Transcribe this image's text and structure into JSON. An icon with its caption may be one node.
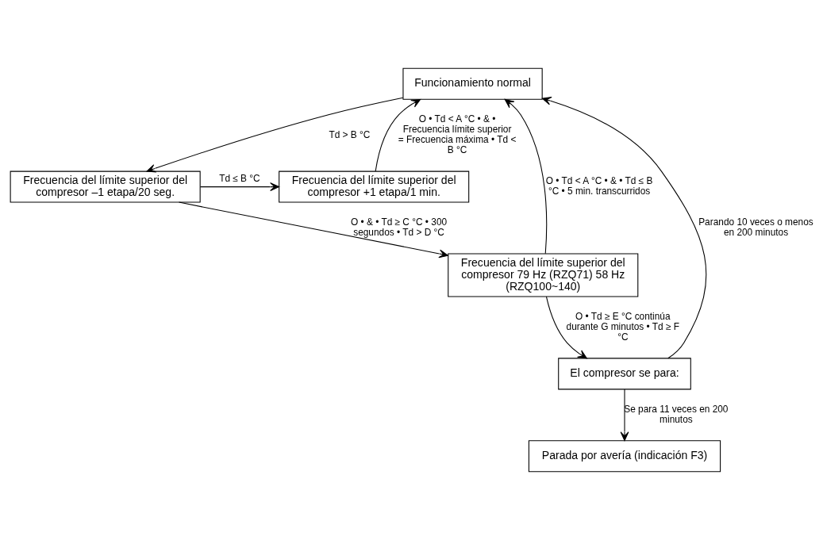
{
  "diagram": {
    "nodes": [
      {
        "text": [
          "Funcionamiento normal"
        ]
      },
      {
        "text": [
          "Frecuencia del límite superior del compresor –1 etapa/20 seg."
        ]
      },
      {
        "text": [
          "Frecuencia del límite superior del compresor +1 etapa/1 min."
        ]
      },
      {
        "text": [
          "Frecuencia del límite superior del compresor 79 Hz (RZQ71) 58 Hz (RZQ100~140)"
        ]
      },
      {
        "text": [
          "El compresor se para:"
        ]
      },
      {
        "text": [
          "Parada por avería (indicación F3)"
        ]
      }
    ],
    "edges": [
      {
        "from": 0,
        "to": 1,
        "arrow": "to",
        "label": "Td > B °C"
      },
      {
        "from": 1,
        "to": 2,
        "arrow": "to",
        "label": "Td ≤ B °C"
      },
      {
        "from": 2,
        "to": 0,
        "arrow": "to",
        "label": "O • Td < A °C • & • Frecuencia límite superior = Frecuencia máxima • Td < B °C"
      },
      {
        "from": 1,
        "to": 3,
        "arrow": "to",
        "label": "O • & • Td ≥ C °C • 300 segundos • Td > D °C"
      },
      {
        "from": 3,
        "to": 0,
        "arrow": "to",
        "label": "O • Td < A °C • & • Td ≤ B °C • 5 min. transcurridos"
      },
      {
        "from": 3,
        "to": 4,
        "arrow": "to",
        "label": "O • Td ≥ E °C continúa durante G minutos • Td ≥ F °C"
      },
      {
        "from": 4,
        "to": 0,
        "arrow": "to",
        "label": "Parando 10 veces o menos en 200 minutos"
      },
      {
        "from": 4,
        "to": 5,
        "arrow": "to",
        "label": "Se para 11 veces en 200 minutos"
      }
    ]
  }
}
